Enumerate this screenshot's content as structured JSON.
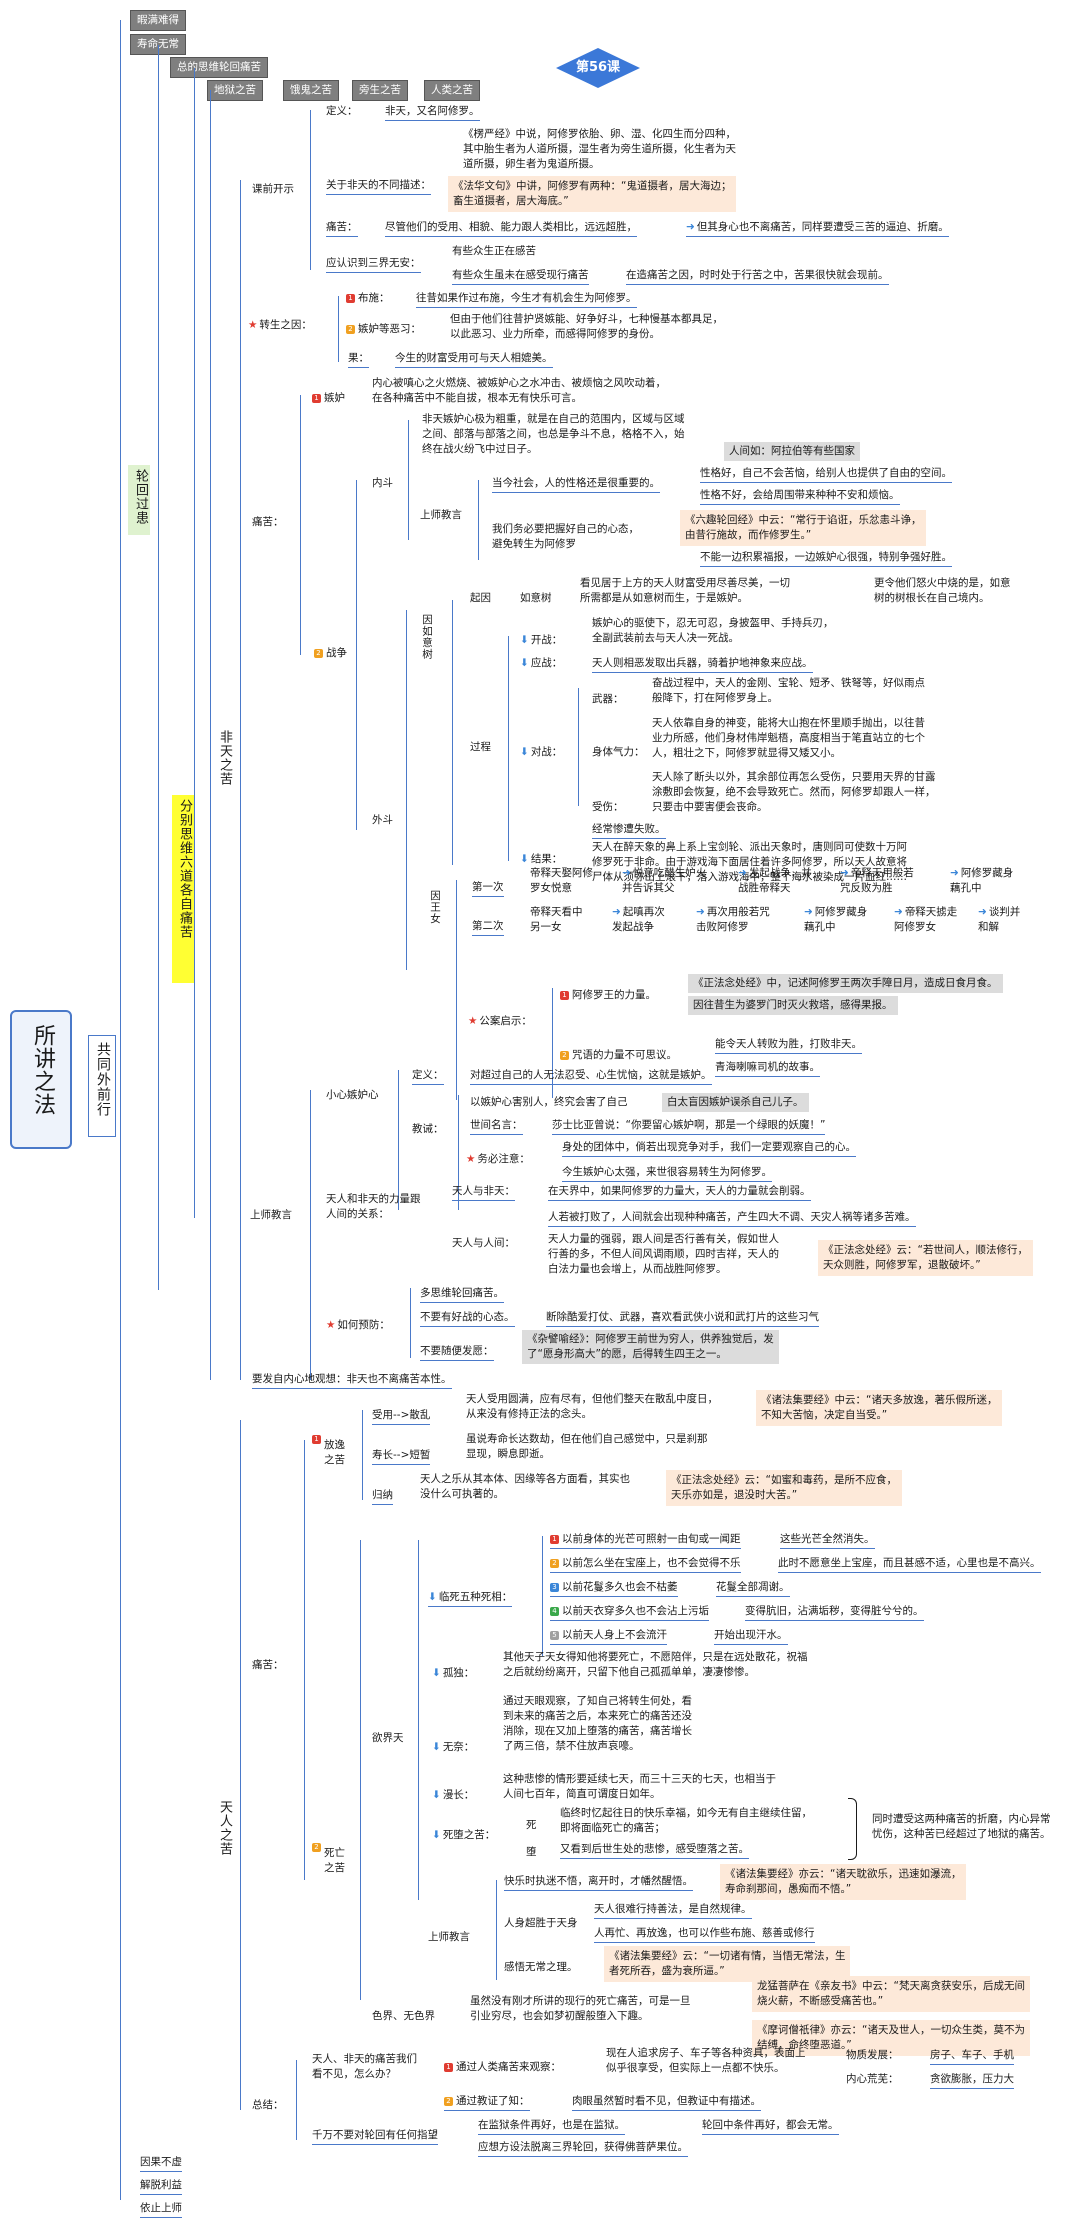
{
  "header": {
    "top1": "暇满难得",
    "top2": "寿命无常",
    "top3": "总的思维轮回痛苦",
    "tabs": [
      "地狱之苦",
      "饿鬼之苦",
      "旁生之苦",
      "人类之苦"
    ],
    "lesson": "第56课"
  },
  "left": {
    "root": "所讲之法",
    "mid": "共同外前行",
    "lunhui": "轮回过患",
    "fenbie": "分别思维六道各自痛苦",
    "bottom": [
      "因果不虚",
      "解脱利益",
      "依止上师"
    ]
  },
  "fei": {
    "title": "非天之苦",
    "kqks": "课前开示",
    "def_k": "定义：",
    "def_v": "非天，又名阿修罗。",
    "lengyan": "《楞严经》中说，阿修罗依胎、卵、湿、化四生而分四种，\n其中胎生者为人道所摄，湿生者为旁生道所摄，化生者为天\n道所摄，卵生者为鬼道所摄。",
    "diff_k": "关于非天的不同描述：",
    "fahua": "《法华文句》中讲，阿修罗有两种：“鬼道摄者，居大海边；\n畜生道摄者，居大海底。”",
    "tong_k": "痛苦：",
    "tong_v": "尽管他们的受用、相貌、能力跟人类相比，远远超胜，",
    "tong_v2": "但其身心也不离痛苦，同样要遭受三苦的逼迫、折磨。",
    "ying_k": "应认识到三界无安：",
    "ying1": "有些众生正在感苦",
    "ying2": "有些众生虽未在感受现行痛苦",
    "ying3": "在造痛苦之因，时时处于行苦之中，苦果很快就会现前。",
    "zs": "转生之因：",
    "bushi_k": "布施：",
    "bushi_v": "往昔如果作过布施，今生才有机会生为阿修罗。",
    "jidu_k": "嫉妒等恶习：",
    "jidu_v": "但由于他们往昔护贤嫉能、好争好斗，七种慢基本都具足，\n以此恶习、业力所牵，而感得阿修罗的身份。",
    "guo_k": "果：",
    "guo_v": "今生的财富受用可与天人相媲美。",
    "tongku": "痛苦：",
    "jd": "嫉妒",
    "jd_v": "内心被嗔心之火燃烧、被嫉妒心之水冲击、被烦恼之风吹动着，\n在各种痛苦中不能自拔，根本无有快乐可言。",
    "neidou": "内斗",
    "neidou_v": "非天嫉妒心极为粗重，就是在自己的范围内，区域与区域\n之间、部落与部落之间，也总是争斗不息，格格不入，始\n终在战火纷飞中过日子。",
    "renjian": "人间如：阿拉伯等有些国家",
    "sj": "上师教言",
    "dq": "当今社会，人的性格还是很重要的。",
    "xg1": "性格好，自己不会苦恼，给别人也提供了自由的空间。",
    "xg2": "性格不好，会给周围带来种种不安和烦恼。",
    "wm": "我们务必要把握好自己的心态，\n避免转生为阿修罗",
    "liuqu": "《六趣轮回经》中云：“常行于谄诳，乐忿恚斗诤，\n由昔行施故，而作修罗生。”",
    "bn": "不能一边积累福报，一边嫉妒心很强，特别争强好胜。",
    "zz": "战争",
    "waidou": "外斗",
    "yrys": "因如意树",
    "qy": "起因",
    "rys": "如意树",
    "qy_v": "看见居于上方的天人财富受用尽善尽美，一切\n所需都是从如意树而生，于是嫉妒。",
    "qy_v2": "更令他们怒火中烧的是，如意\n树的树根长在自己境内。",
    "kz": "开战：",
    "kz_v": "嫉妒心的驱使下，忍无可忍，身披盔甲、手持兵刃，\n全副武装前去与天人决一死战。",
    "yz": "应战：",
    "yz_v": "天人则相恶发取出兵器，骑着护地神象来应战。",
    "gc": "过程",
    "dz": "对战：",
    "wq": "武器：",
    "wq_v": "奋战过程中，天人的金刚、宝轮、短矛、铁弩等，好似雨点\n般降下，打在阿修罗身上。",
    "stql": "身体气力：",
    "stql_v": "天人依靠自身的神变，能将大山抱在怀里顺手抛出，以往昔\n业力所感，他们身材伟岸魁梧，高度相当于笔直站立的七个\n人，粗壮之下，阿修罗就显得又矮又小。",
    "ss": "受伤：",
    "ss_v": "天人除了断头以外，其余部位再怎么受伤，只要用天界的甘露\n涂敷即会恢复，绝不会导致死亡。然而，阿修罗却跟人一样，\n只要击中要害便会丧命。",
    "jg": "结果：",
    "jg_v": "经常惨遭失败。",
    "jg_v2": "天人在醉天象的鼻上系上宝剑轮、派出天象时，唐则同可使数十万阿\n修罗死于非命。由于游戏海下面居住着许多阿修罗，所以天人故意将\n尸体从须弥山上滚下，落入游戏海中，整个海水被染成一片血红……",
    "ywn": "因王女",
    "yi": "第一次",
    "y1": [
      "帝释天娶阿修\n罗女悦意",
      "悦意吃醋生妒火\n并告诉其父",
      "发起战争，并\n战胜帝释天",
      "帝释天用般若\n咒反败为胜",
      "阿修罗藏身\n藕孔中"
    ],
    "er": "第二次",
    "e1": [
      "帝释天看中\n另一女",
      "起嗔再次\n发起战争",
      "再次用般若咒\n击败阿修罗",
      "阿修罗藏身\n藕孔中",
      "帝释天掳走\n阿修罗女",
      "谈判并\n和解"
    ],
    "gjqs": "公案启示：",
    "xl": "阿修罗王的力量。",
    "zf1": "《正法念处经》中，记述阿修罗王两次手障日月，造成日食月食。",
    "zf2": "因往昔生为婆罗门时灭火救塔，感得果报。",
    "zy": "咒语的力量不可思议。",
    "zy1": "能令天人转败为胜，打败非天。",
    "zy2": "青海喇嘛司机的故事。",
    "xx": "小心嫉妒心",
    "dy": "定义：",
    "dy_v": "对超过自己的人无法忍受、心生忧恼，这就是嫉妒。",
    "jx": "教诫：",
    "jx1": "以嫉妒心害别人，终究会害了自己",
    "jx1b": "白太盲因嫉妒误杀自己儿子。",
    "sj2": "世间名言：",
    "sj2_v": "莎士比亚曾说：“你要留心嫉妒啊，那是一个绿眼的妖魔！”",
    "wbzy": "务必注意：",
    "wb1": "身处的团体中，倘若出现竞争对手，我们一定要观察自己的心。",
    "wb2": "今生嫉妒心太强，来世很容易转生为阿修罗。",
    "tr_k": "天人和非天的力量跟\n人间的关系：",
    "tf": "天人与非天：",
    "tf_v": "在天界中，如果阿修罗的力量大，天人的力量就会削弱。",
    "trj": "天人与人间：",
    "trj1": "人若被打败了，人间就会出现种种痛苦，产生四大不调、天灾人祸等诸多苦难。",
    "trj2": "天人力量的强弱，跟人间是否行善有关，假如世人\n行善的多，不但人间风调雨顺，四时吉祥，天人的\n白法力量也会增上，从而战胜阿修罗。",
    "trj3": "《正法念处经》云：“若世间人，顺法修行，\n天众则胜，阿修罗军，退散破坏。”",
    "rh": "如何预防：",
    "rh1": "多思维轮回痛苦。",
    "rh2": "不要有好战的心态。",
    "rh2b": "断除酷爱打仗、武器，喜欢看武侠小说和武打片的这些习气",
    "rh3": "不要随便发愿：",
    "rh3b": "《杂譬喻经》：阿修罗王前世为穷人，供养独觉后，发\n了“愿身形高大”的愿，后得转生四王之一。",
    "yao": "要发自内心地观想：非天也不离痛苦本性。"
  },
  "tian": {
    "title": "天人之苦",
    "tk": "痛苦：",
    "fy": "放逸之苦",
    "sy": "受用-->散乱",
    "sy_v": "天人受用圆满，应有尽有，但他们整天在散乱中度日，\n从来没有修持正法的念头。",
    "zfy": "《诸法集要经》中云：“诸天多放逸，著乐假所迷，\n不知大苦恼，决定自当受。”",
    "sm": "寿长-->短暂",
    "sm_v": "虽说寿命长达数劫，但在他们自己感觉中，只是刹那\n显现，瞬息即逝。",
    "gn": "归纳",
    "gn_v": "天人之乐从其本体、因缘等各方面看，其实也\n没什么可执著的。",
    "zf3": "《正法念处经》云：“如蜜和毒药，是所不应食，\n天乐亦如是，退没时大苦。”",
    "yjt": "欲界天",
    "sw": "死亡之苦",
    "lz": "临死五种死相：",
    "lz1": "以前身体的光芒可照射一由旬或一闻距",
    "lz1b": "这些光芒全然消失。",
    "lz2": "以前怎么坐在宝座上，也不会觉得不乐",
    "lz2b": "此时不愿意坐上宝座，而且甚感不适，心里也是不高兴。",
    "lz3": "以前花鬘多久也会不枯萎",
    "lz3b": "花鬘全部凋谢。",
    "lz4": "以前天衣穿多久也不会沾上污垢",
    "lz4b": "变得肮旧，沾满垢秽，变得脏兮兮的。",
    "lz5": "以前天人身上不会流汗",
    "lz5b": "开始出现汗水。",
    "gd": "孤独：",
    "gd_v": "其他天子天女得知他将要死亡，不愿陪伴，只是在远处散花，祝福\n之后就纷纷离开，只留下他自己孤孤单单，凄凄惨惨。",
    "wn": "无奈：",
    "wn_v": "通过天眼观察，了知自己将转生何处，看\n到未来的痛苦之后，本来死亡的痛苦还没\n消除，现在又加上堕落的痛苦，痛苦增长\n了两三倍，禁不住放声哀嚎。",
    "mc": "漫长：",
    "mc_v": "这种悲惨的情形要延续七天，而三十三天的七天，也相当于\n人间七百年，简直可谓度日如年。",
    "sd": "死堕之苦：",
    "si": "死",
    "duo": "堕",
    "sd1": "临终时忆起往日的快乐幸福，如今无有自主继续住留，\n即将面临死亡的痛苦；",
    "sd2": "又看到后世生处的悲惨，感受堕落之苦。",
    "sd3": "同时遭受这两种痛苦的折磨，内心异常\n忧伤，这种苦已经超过了地狱的痛苦。",
    "sj3": "上师教言",
    "kl": "快乐时执迷不悟，离开时，才幡然醒悟。",
    "zfy2": "《诸法集要经》亦云：“诸天耽欲乐，迅速如瀑流，\n寿命刹那间，愚痴而不悟。”",
    "rs": "人身超胜于天身",
    "rs1": "天人很难行持善法，是自然规律。",
    "rs2": "人再忙、再放逸，也可以作些布施、慈善或修行",
    "gw": "感悟无常之理。",
    "zfy3": "《诸法集要经》云：“一切诸有情，当悟无常法，生\n者死所吞，盛为衰所逼。”",
    "sj4": "色界、无色界",
    "sj4_v": "虽然没有刚才所讲的现行的死亡痛苦，可是一旦\n引业穷尽，也会如梦初醒般堕入下趣。",
    "lm": "龙猛菩萨在《亲友书》中云：“梵天离贪获安乐，后成无间\n烧火薪，不断感受痛苦也。”",
    "mhs": "《摩诃僧祇律》亦云：“诸天及世人，一切众生类，莫不为\n结缚，命终堕恶道。”"
  },
  "summary": {
    "title": "总结：",
    "q": "天人、非天的痛苦我们\n看不见，怎么办？",
    "tg": "通过人类痛苦来观察：",
    "tg_v": "现在人追求房子、车子等各种资具，表面上\n似乎很享受，但实际上一点都不快乐。",
    "wz": "物质发展：",
    "wz_v": "房子、车子、手机",
    "nx": "内心荒芜：",
    "nx_v": "贪欲膨胀，压力大",
    "jz": "通过教证了知：",
    "jz_v": "肉眼虽然暂时看不见，但教证中有描述。",
    "qw": "千万不要对轮回有任何指望",
    "qw1": "在监狱条件再好，也是在监狱。",
    "qw1b": "轮回中条件再好，都会无常。",
    "qw2": "应想方设法脱离三界轮回，获得佛菩萨果位。"
  }
}
